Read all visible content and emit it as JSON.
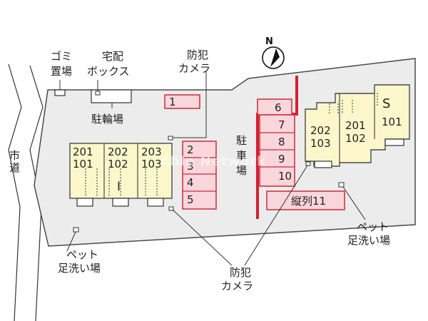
{
  "labels": {
    "road": "市道",
    "garbage_line1": "ゴミ",
    "garbage_line2": "置場",
    "delivery_line1": "宅配",
    "delivery_line2": "ボックス",
    "bicycle_parking": "駐輪場",
    "camera_top_line1": "防犯",
    "camera_top_line2": "カメラ",
    "camera_bottom_line1": "防犯",
    "camera_bottom_line2": "カメラ",
    "parking_line1": "駐",
    "parking_line2": "車",
    "parking_line3": "場",
    "pet_left_line1": "ペット",
    "pet_left_line2": "足洗い場",
    "pet_right_line1": "ペット",
    "pet_right_line2": "足洗い場",
    "north": "N",
    "watermark": "Able Network"
  },
  "building_I": {
    "name": "I",
    "units": [
      {
        "upper": "201",
        "lower": "101"
      },
      {
        "upper": "202",
        "lower": "102"
      },
      {
        "upper": "203",
        "lower": "103"
      }
    ]
  },
  "building_S": {
    "name": "S",
    "units": [
      {
        "upper": "202",
        "lower": "103"
      },
      {
        "upper": "201",
        "lower": "102"
      },
      {
        "upper": "",
        "lower": "101"
      }
    ]
  },
  "parking_spaces": {
    "top": "1",
    "left_column": [
      "2",
      "3",
      "4",
      "5"
    ],
    "right_column": [
      "6",
      "7",
      "8",
      "9",
      "10"
    ],
    "tandem": "縦列11"
  },
  "colors": {
    "lot": "#ececec",
    "lot_border": "#4a4a4a",
    "building": "#fbf7cb",
    "building_border": "#4a4a4a",
    "parking": "#f8d6dc",
    "parking_border": "#cf2a3a",
    "boundary": "#d42030"
  }
}
